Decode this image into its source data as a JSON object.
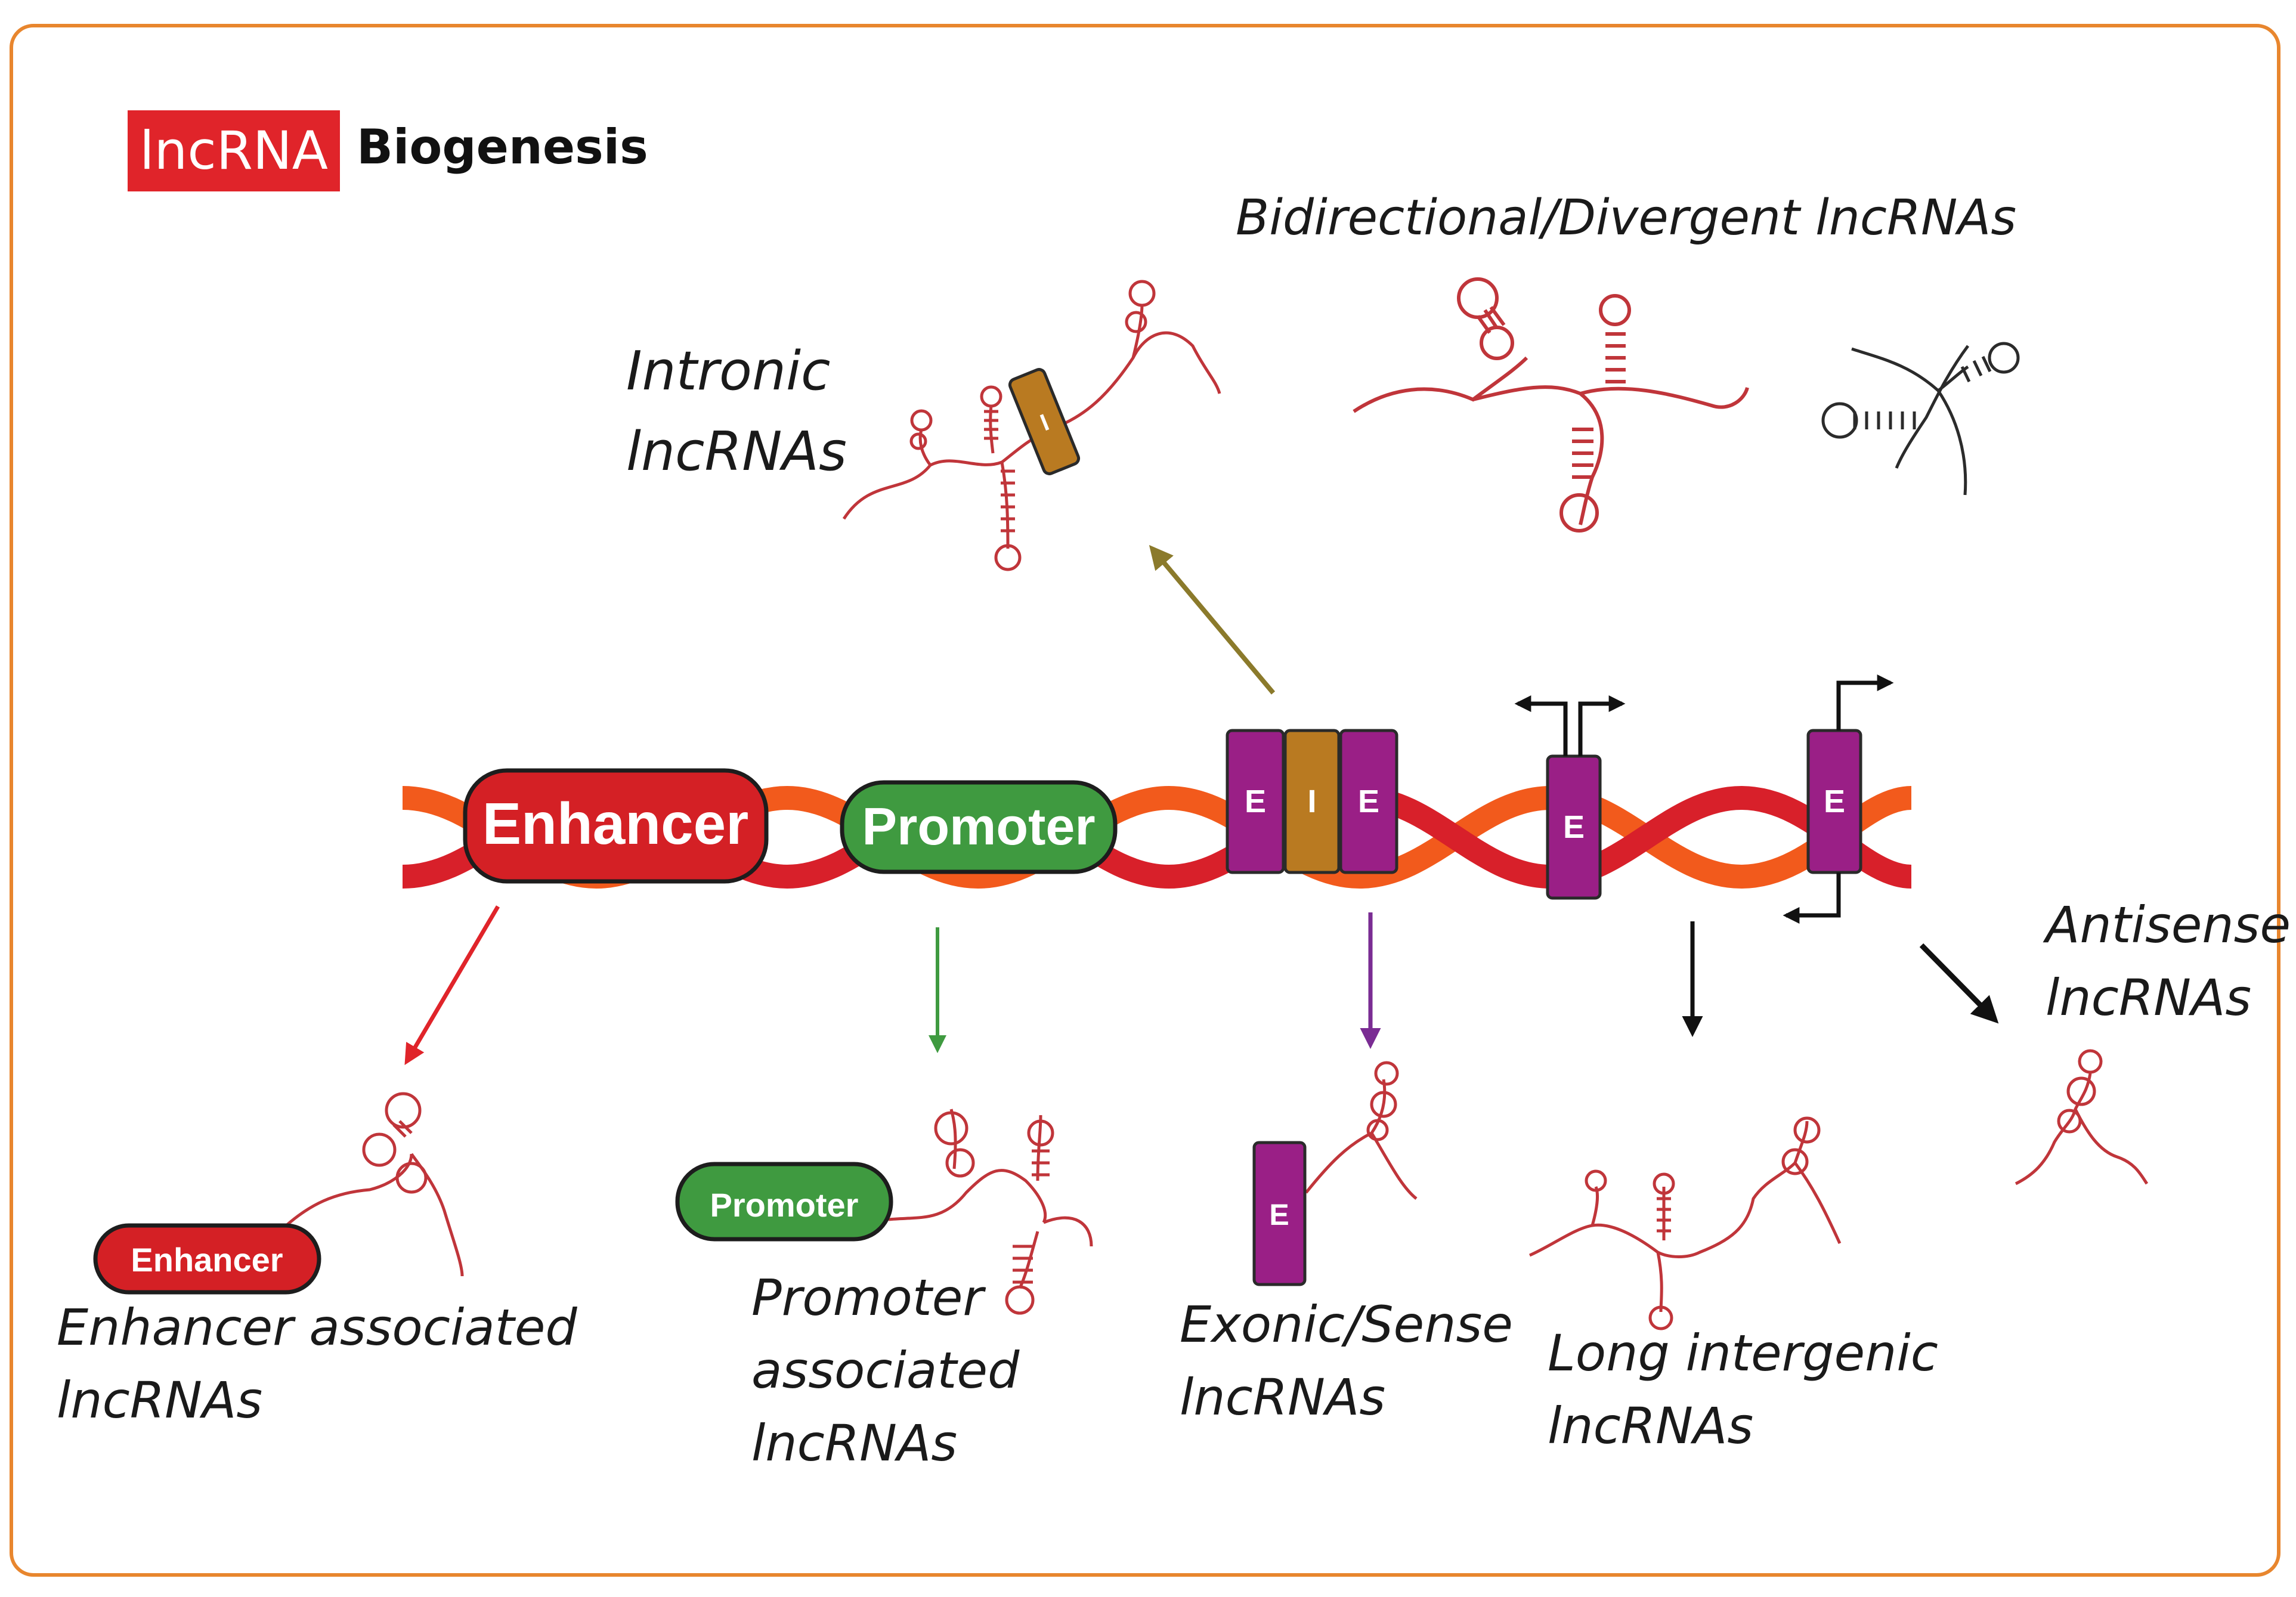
{
  "title": {
    "badge": "lncRNA",
    "word": "Biogenesis"
  },
  "dna_labels": {
    "enhancer": "Enhancer",
    "promoter": "Promoter",
    "exon": "E",
    "intron": "I"
  },
  "small_labels": {
    "enhancer": "Enhancer",
    "promoter": "Promoter",
    "exon": "E",
    "intron": "I"
  },
  "captions": {
    "intronic": [
      "Intronic",
      "lncRNAs"
    ],
    "bidirectional": "Bidirectional/Divergent lncRNAs",
    "enhancer_associated": [
      "Enhancer associated",
      "lncRNAs"
    ],
    "promoter_associated": [
      "Promoter",
      "associated",
      "lncRNAs"
    ],
    "exonic_sense": [
      "Exonic/Sense",
      "lncRNAs"
    ],
    "long_intergenic": [
      "Long intergenic",
      "lncRNAs"
    ],
    "antisense": [
      "Antisense",
      "lncRNAs"
    ]
  },
  "colors": {
    "frame": "#e8862e",
    "badge": "#e0242a",
    "dna_red": "#d8202a",
    "dna_orange": "#f25a1c",
    "enhancer": "#d42025",
    "promoter": "#3f9a40",
    "exon": "#9a1f86",
    "intron": "#b97a21",
    "rna": "#c0353a",
    "arrow_intronic": "#8b7a2b",
    "arrow_enhancer": "#e0242a",
    "arrow_promoter": "#3f9a40",
    "arrow_exonic": "#7a2c93",
    "arrow_black": "#111111"
  }
}
